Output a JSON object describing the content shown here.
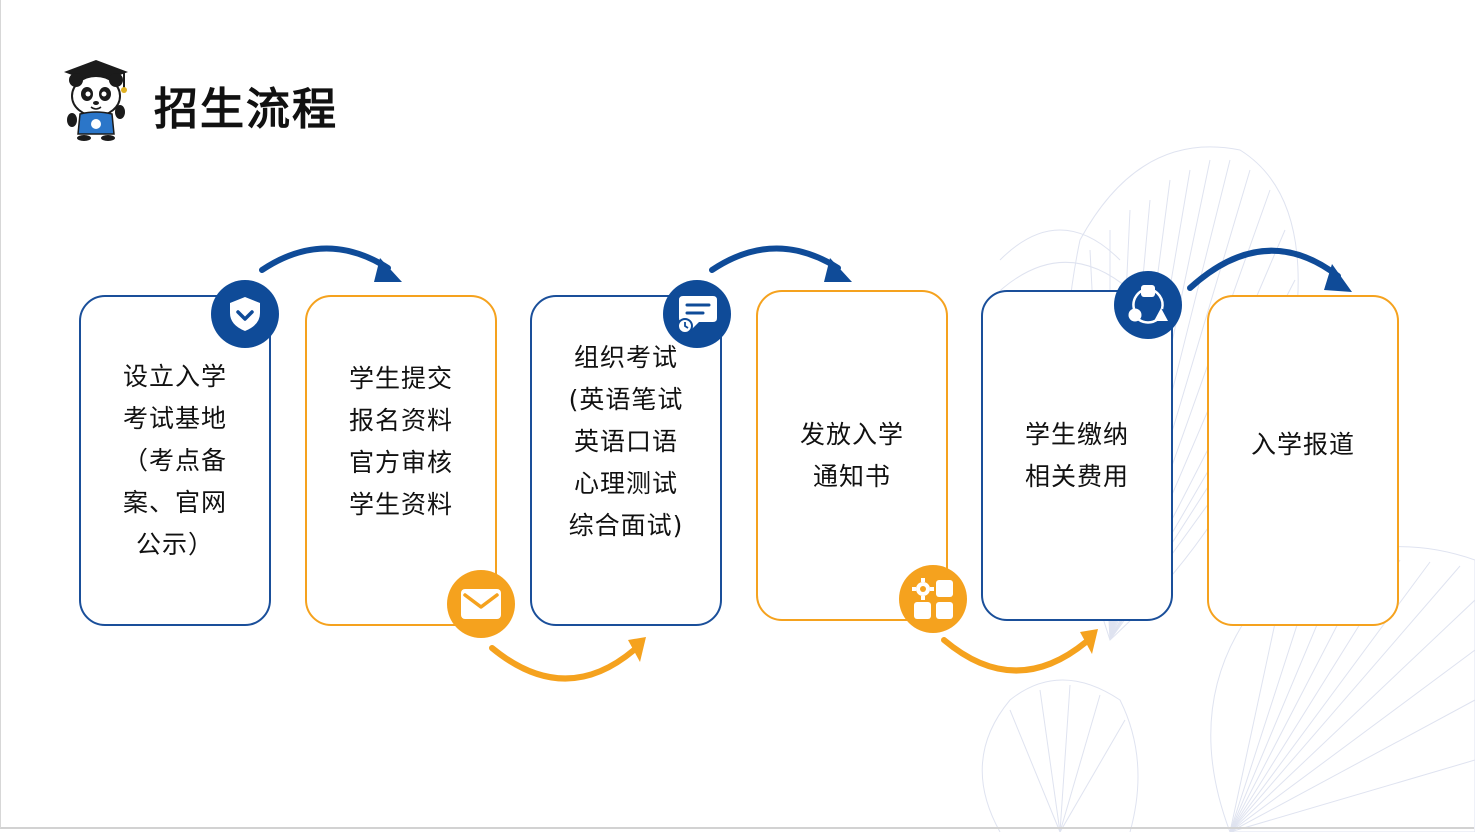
{
  "header": {
    "title": "招生流程"
  },
  "steps": [
    {
      "text": "设立入学\n考试基地\n（考点备\n案、官网\n公示）"
    },
    {
      "text": "学生提交\n报名资料\n官方审核\n学生资料"
    },
    {
      "text": "组织考试\n(英语笔试\n英语口语\n心理测试\n综合面试)"
    },
    {
      "text": "发放入学\n通知书"
    },
    {
      "text": "学生缴纳\n相关费用"
    },
    {
      "text": "入学报道"
    }
  ],
  "icons": [
    {
      "name": "shield-check-icon",
      "color": "#0f4b98"
    },
    {
      "name": "envelope-icon",
      "color": "#f5a21e"
    },
    {
      "name": "chat-clock-icon",
      "color": "#0f4b98"
    },
    {
      "name": "grid-gear-icon",
      "color": "#f5a21e"
    },
    {
      "name": "network-icon",
      "color": "#0f4b98"
    }
  ],
  "colors": {
    "primary_blue": "#1a4f9a",
    "accent_orange": "#f5a21e",
    "text": "#111111"
  }
}
